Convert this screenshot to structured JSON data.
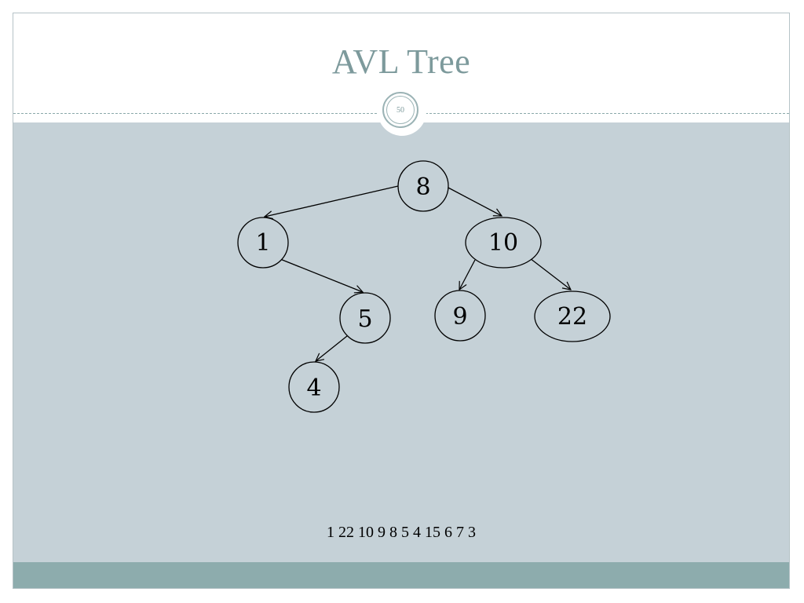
{
  "slide": {
    "title": "AVL Tree",
    "page_number": "50",
    "sequence_text": "1 22 10 9 8 5 4 15 6 7 3"
  },
  "tree": {
    "nodes": [
      {
        "id": "n8",
        "label": "8"
      },
      {
        "id": "n1",
        "label": "1"
      },
      {
        "id": "n10",
        "label": "10"
      },
      {
        "id": "n5",
        "label": "5"
      },
      {
        "id": "n9",
        "label": "9"
      },
      {
        "id": "n22",
        "label": "22"
      },
      {
        "id": "n4",
        "label": "4"
      }
    ],
    "edges": [
      {
        "from": "8",
        "to": "1"
      },
      {
        "from": "8",
        "to": "10"
      },
      {
        "from": "1",
        "to": "5"
      },
      {
        "from": "10",
        "to": "9"
      },
      {
        "from": "10",
        "to": "22"
      },
      {
        "from": "5",
        "to": "4"
      }
    ]
  },
  "colors": {
    "title": "#7d9a9c",
    "body_band": "#c5d1d7",
    "footer_band": "#8dacad",
    "node_fill": "#c5d1d7",
    "node_stroke": "#000000"
  }
}
